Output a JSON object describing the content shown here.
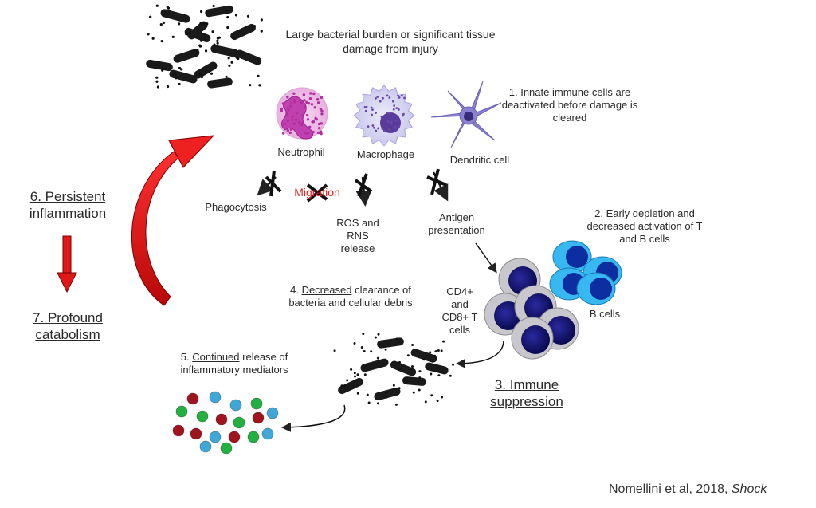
{
  "header": {
    "burden": "Large bacterial burden or significant tissue damage from injury"
  },
  "cells": {
    "neutrophil": "Neutrophil",
    "macrophage": "Macrophage",
    "dendritic": "Dendritic cell"
  },
  "functions": {
    "phagocytosis": "Phagocytosis",
    "migration": "Migration",
    "ros": "ROS and RNS release",
    "antigen": "Antigen presentation"
  },
  "steps": {
    "step1": "1. Innate immune cells are deactivated before damage is cleared",
    "step2": "2. Early depletion and decreased activation of T and B cells",
    "step3": "3. Immune suppression",
    "step4_underlined": "Decreased",
    "step4_num": "4.",
    "step4_rest": "clearance of bacteria and cellular debris",
    "step5_num": "5.",
    "step5_underlined": "Continued",
    "step5_rest": "release of inflammatory mediators",
    "step6": "6. Persistent inflammation",
    "step7": "7. Profound catabolism"
  },
  "lymphocytes": {
    "t_cells": "CD4+ and CD8+ T cells",
    "b_cells": "B cells"
  },
  "citation": {
    "authors": "Nomellini et al, 2018,",
    "journal": "Shock"
  },
  "colors": {
    "arrow_red": "#e01818",
    "neutrophil": "#c040b0",
    "macrophage": "#8a66c8",
    "dendritic": "#7a72c8",
    "t_cell_core": "#14147a",
    "b_cell_outer": "#38b8f0",
    "mediator_red": "#a0141e",
    "mediator_green": "#22b040",
    "mediator_blue": "#40a8d8"
  }
}
